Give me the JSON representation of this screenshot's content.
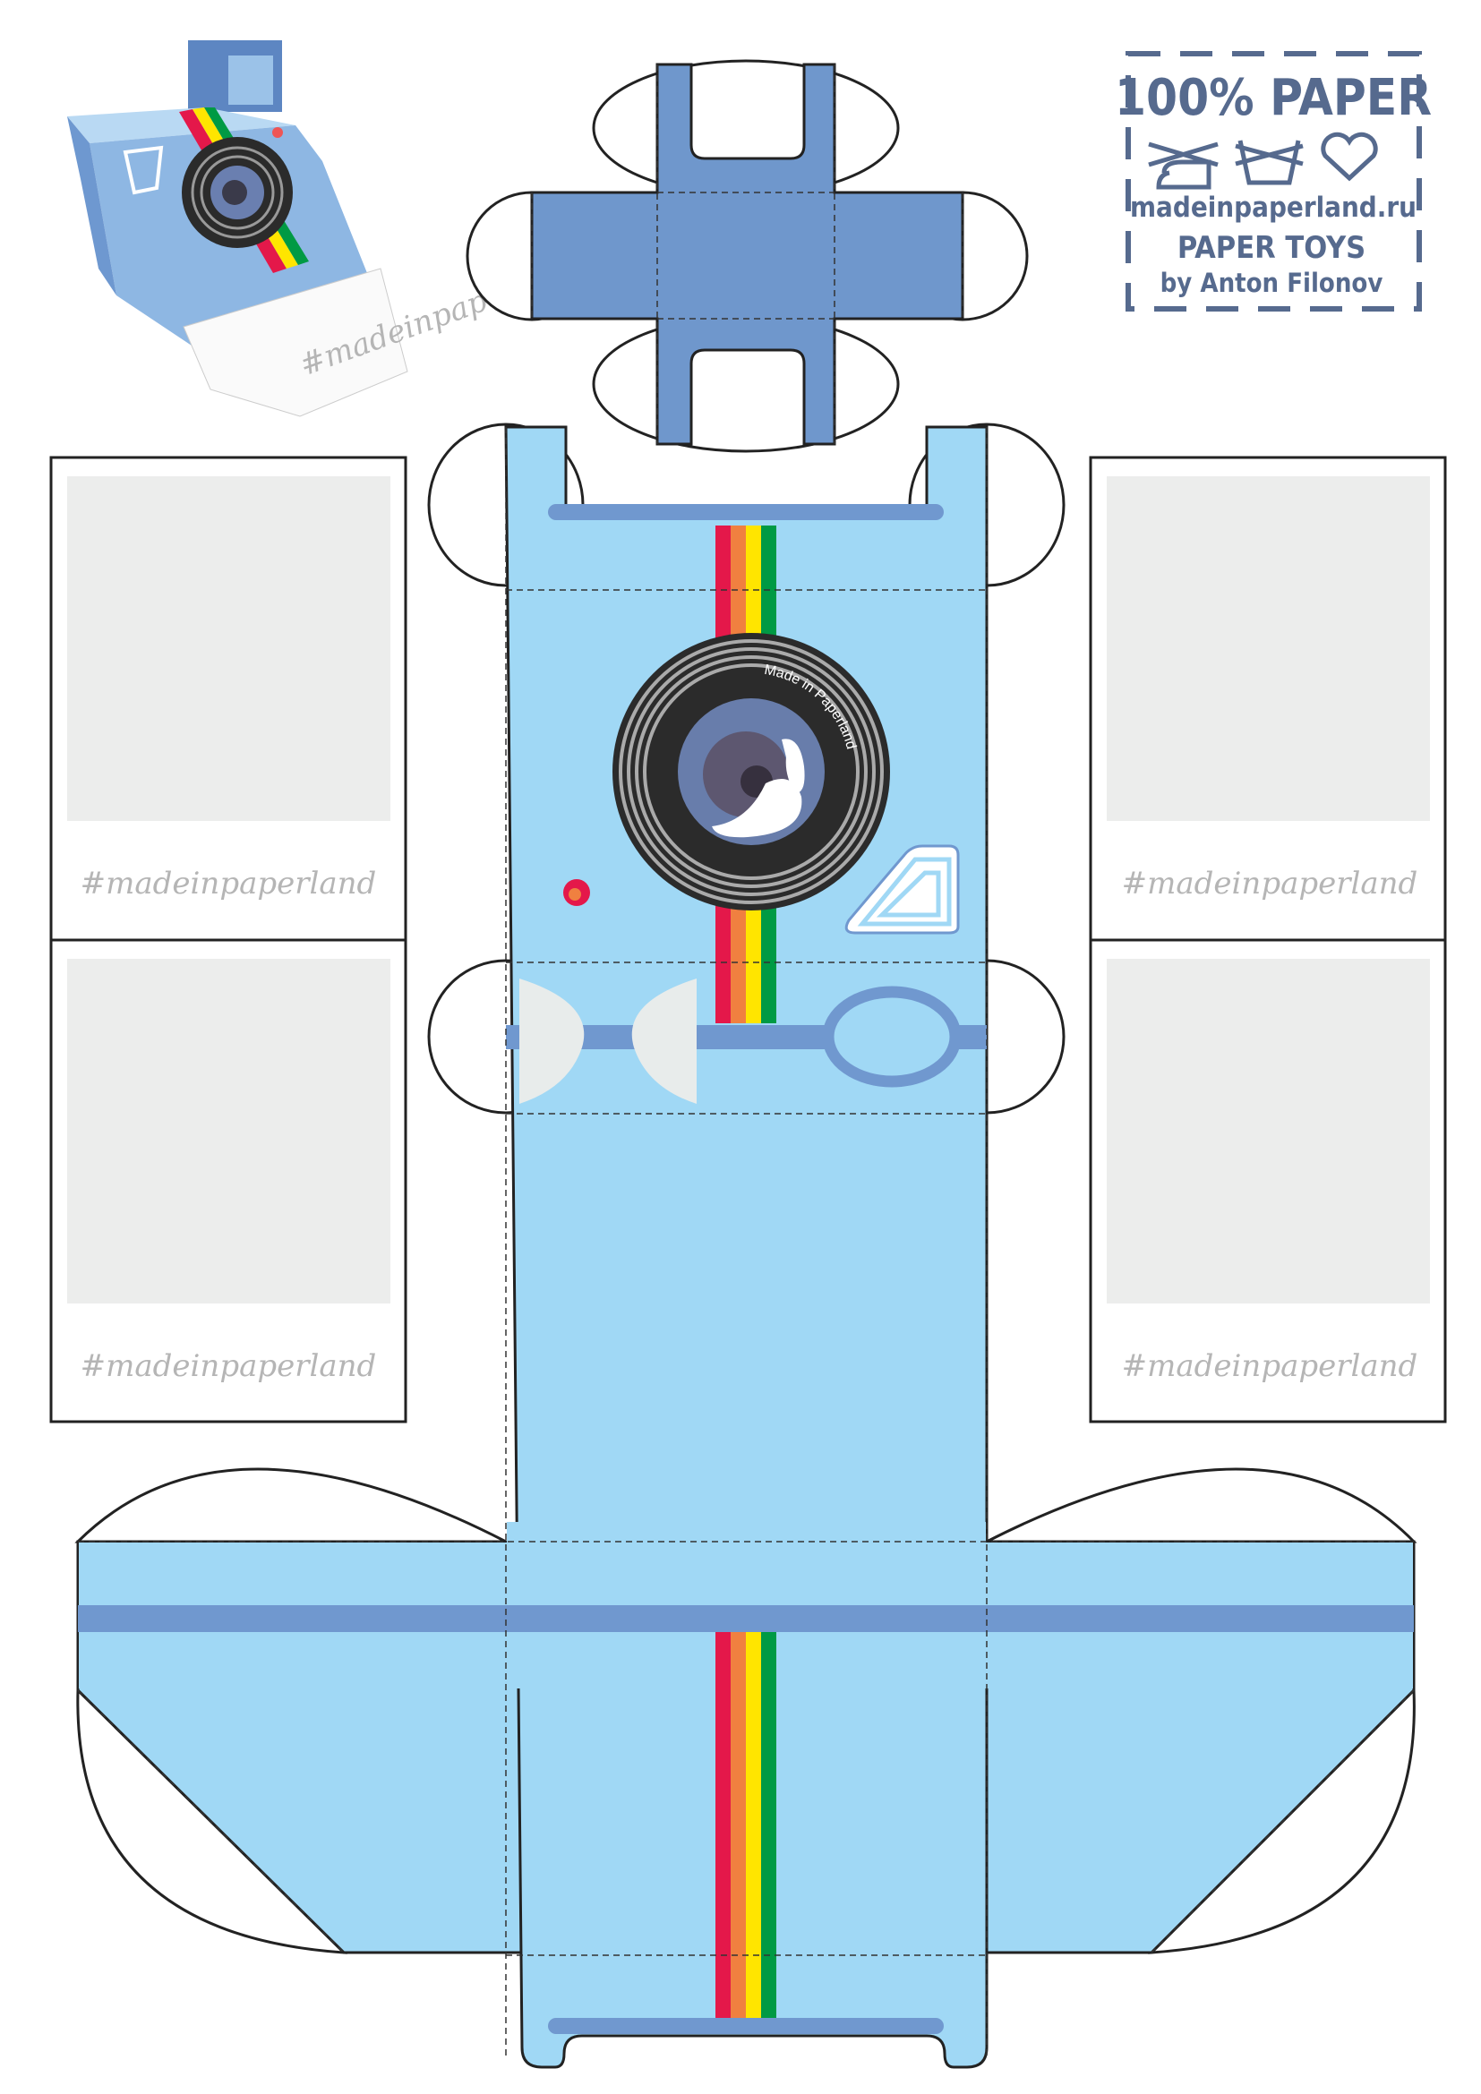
{
  "stamp": {
    "headline": "100% PAPER",
    "icons": [
      "no-iron-icon",
      "no-wash-icon",
      "heart-icon"
    ],
    "website": "madeinpaperland.ru",
    "subtitle": "PAPER TOYS",
    "author": "by Anton Filonov"
  },
  "lens": {
    "ring_text": "Made in Paperland"
  },
  "cards": [
    {
      "tag": "#madeinpaperland"
    },
    {
      "tag": "#madeinpaperland"
    },
    {
      "tag": "#madeinpaperland"
    },
    {
      "tag": "#madeinpaperland"
    }
  ],
  "preview": {
    "print_tag": "#madeinpaperland"
  },
  "colors": {
    "body": "#a0d8f5",
    "top_piece": "#6f97cc",
    "accent_bar": "#7098cf",
    "stripe_red": "#e4184a",
    "stripe_orange": "#f08040",
    "stripe_yellow": "#ffe500",
    "stripe_green": "#009a44",
    "stamp": "#566a8e",
    "photo_area": "#ecedec"
  }
}
